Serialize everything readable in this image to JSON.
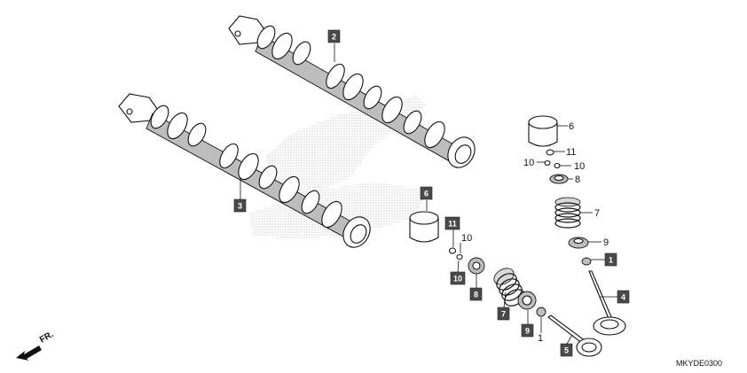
{
  "diagram_code": "MKYDE0300",
  "direction_label": "FR.",
  "callouts": {
    "boxed": {
      "c2": "2",
      "c3": "3",
      "c6": "6",
      "c11": "11",
      "c10": "10",
      "c8": "8",
      "c7": "7",
      "c9": "9",
      "c5": "5",
      "c1": "1",
      "c4": "4"
    },
    "plain": {
      "p6": "6",
      "p11": "11",
      "p10a": "10",
      "p10b": "10",
      "p8": "8",
      "p7": "7",
      "p9": "9",
      "p10c": "10",
      "p1": "1"
    }
  }
}
